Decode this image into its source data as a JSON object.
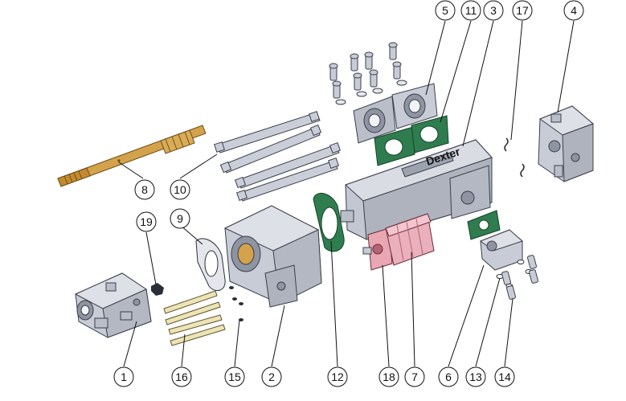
{
  "diagram": {
    "brand_text": "Dexter",
    "part_numbers": {
      "p1": "1",
      "p2": "2",
      "p3": "3",
      "p4": "4",
      "p5": "5",
      "p6": "6",
      "p7": "7",
      "p8": "8",
      "p9": "9",
      "p10": "10",
      "p11": "11",
      "p12": "12",
      "p13": "13",
      "p14": "14",
      "p15": "15",
      "p16": "16",
      "p17": "17",
      "p18": "18",
      "p19": "19"
    },
    "colors": {
      "metal": "#c8ccd6",
      "metal_dark": "#8e94a2",
      "gasket_green": "#2f7d4f",
      "gear_pump_pink": "#e9a7b3",
      "shaft_brass": "#d4a24a",
      "rod": "#c9ced8"
    }
  }
}
